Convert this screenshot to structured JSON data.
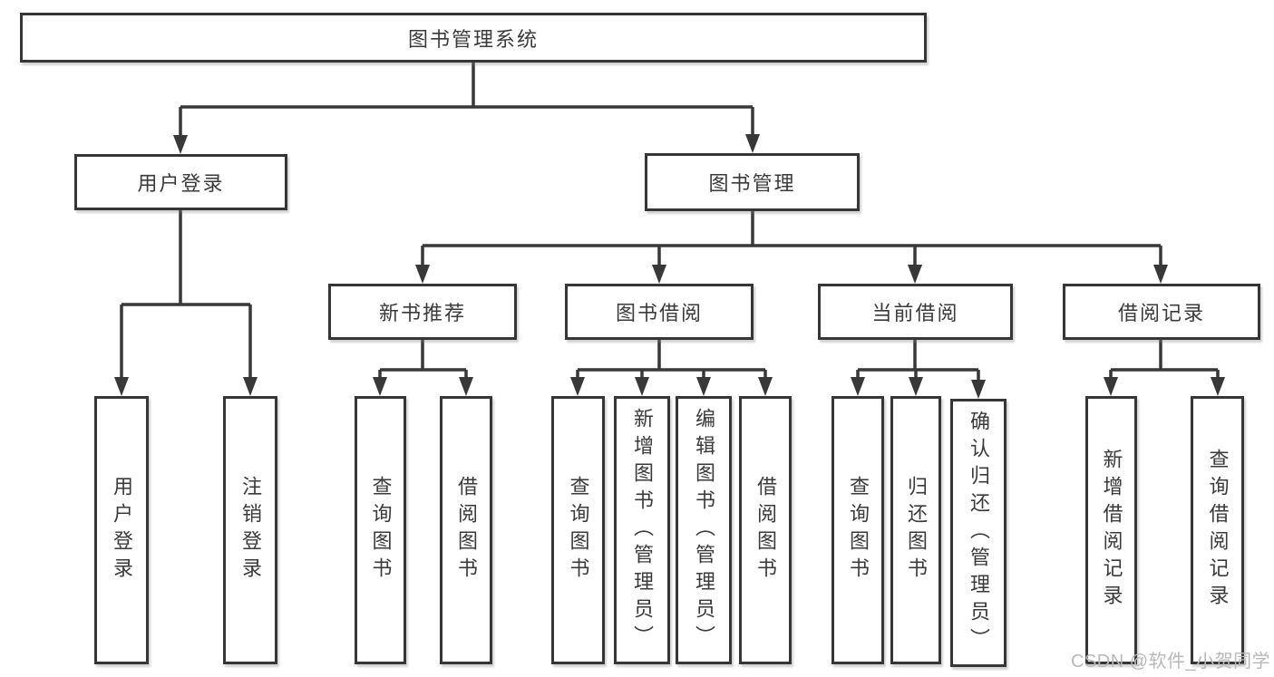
{
  "diagram_title": "图书管理系统",
  "tree": {
    "label": "图书管理系统",
    "children": [
      {
        "label": "用户登录",
        "children": [
          {
            "label": "用户登录"
          },
          {
            "label": "注销登录"
          }
        ]
      },
      {
        "label": "图书管理",
        "children": [
          {
            "label": "新书推荐",
            "children": [
              {
                "label": "查询图书"
              },
              {
                "label": "借阅图书"
              }
            ]
          },
          {
            "label": "图书借阅",
            "children": [
              {
                "label": "查询图书"
              },
              {
                "label": "新增图书（管理员）"
              },
              {
                "label": "编辑图书（管理员）"
              },
              {
                "label": "借阅图书"
              }
            ]
          },
          {
            "label": "当前借阅",
            "children": [
              {
                "label": "查询图书"
              },
              {
                "label": "归还图书"
              },
              {
                "label": "确认归还（管理员）"
              }
            ]
          },
          {
            "label": "借阅记录",
            "children": [
              {
                "label": "新增借阅记录"
              },
              {
                "label": "查询借阅记录"
              }
            ]
          }
        ]
      }
    ]
  },
  "watermark": "CSDN @软件_小贺同学",
  "colors": {
    "box_border": "#363636",
    "connector_line": "#383838",
    "text": "#3a3a3a",
    "watermark": "#b8b8b8",
    "background": "#ffffff"
  }
}
